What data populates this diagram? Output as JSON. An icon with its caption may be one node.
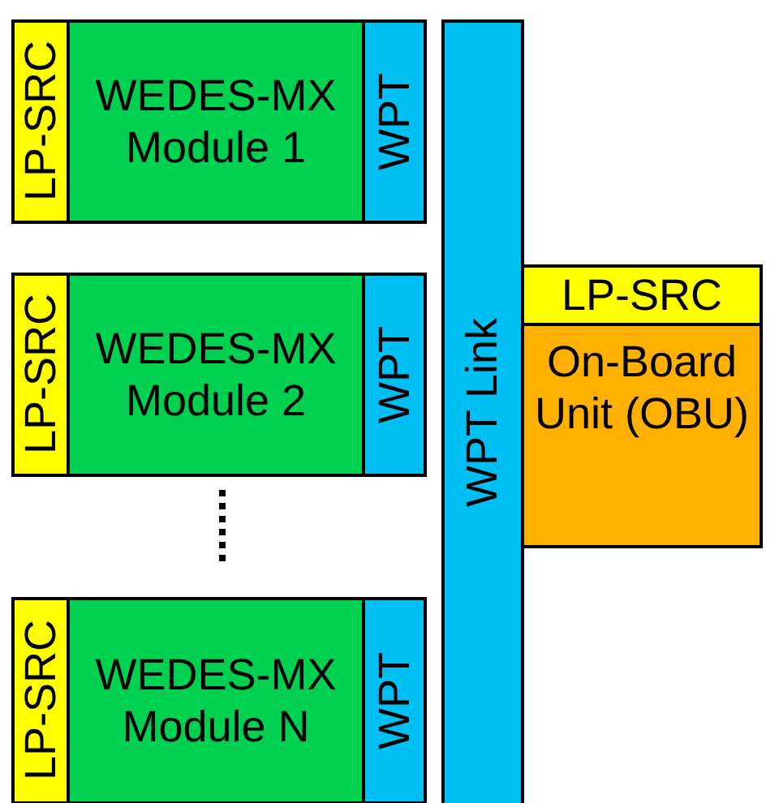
{
  "diagram": {
    "nodes": [
      {
        "text": [
          "LP-SRC"
        ]
      },
      {
        "text": [
          "WEDES-MX Module 1"
        ]
      },
      {
        "text": [
          "WPT"
        ]
      },
      {
        "text": [
          "LP-SRC"
        ]
      },
      {
        "text": [
          "WEDES-MX Module 2"
        ]
      },
      {
        "text": [
          "WPT"
        ]
      },
      {
        "text": [
          "LP-SRC"
        ]
      },
      {
        "text": [
          "WEDES-MX Module N"
        ]
      },
      {
        "text": [
          "WPT"
        ]
      },
      {
        "text": [
          "WPT Link"
        ]
      },
      {
        "text": [
          "LP-SRC"
        ]
      },
      {
        "text": [
          "On-Board Unit (OBU)"
        ]
      }
    ]
  }
}
